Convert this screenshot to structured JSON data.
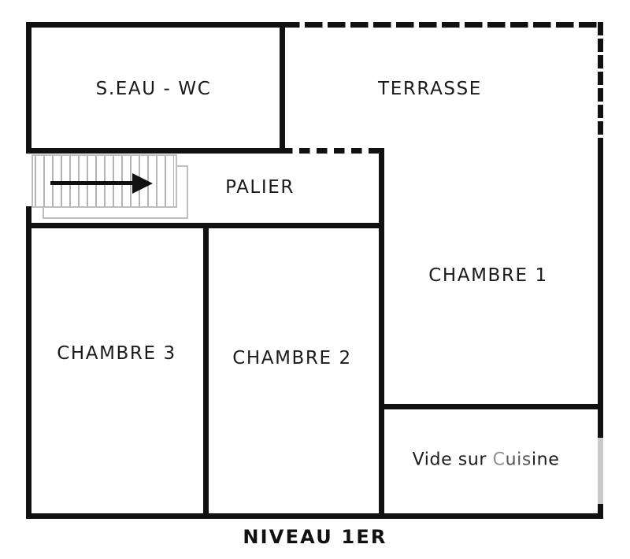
{
  "plan": {
    "caption": "NIVEAU 1ER",
    "wall_color": "#111111",
    "faded_wall_color": "#c9c9c9",
    "background_color": "#ffffff",
    "stair_tread_color": "#b5b5b5",
    "stair_outline_color": "#bfbfbf"
  },
  "rooms": [
    {
      "id": "bathroom-wc",
      "label": "S.EAU - WC",
      "style": "upper"
    },
    {
      "id": "terrace",
      "label": "TERRASSE",
      "style": "upper"
    },
    {
      "id": "landing",
      "label": "PALIER",
      "style": "upper"
    },
    {
      "id": "bedroom-1",
      "label": "CHAMBRE 1",
      "style": "upper"
    },
    {
      "id": "bedroom-2",
      "label": "CHAMBRE 2",
      "style": "upper"
    },
    {
      "id": "bedroom-3",
      "label": "CHAMBRE 3",
      "style": "upper"
    }
  ],
  "void_label": {
    "id": "void-over-kitchen",
    "text_solid": "Vide sur ",
    "text_faded_start": "C",
    "text_faded_mid": "uis",
    "text_tail": "ine",
    "full_text": "Vide sur Cuisine"
  },
  "staircase": {
    "id": "staircase",
    "direction_arrow": "arrow-right",
    "tread_count": 17
  }
}
